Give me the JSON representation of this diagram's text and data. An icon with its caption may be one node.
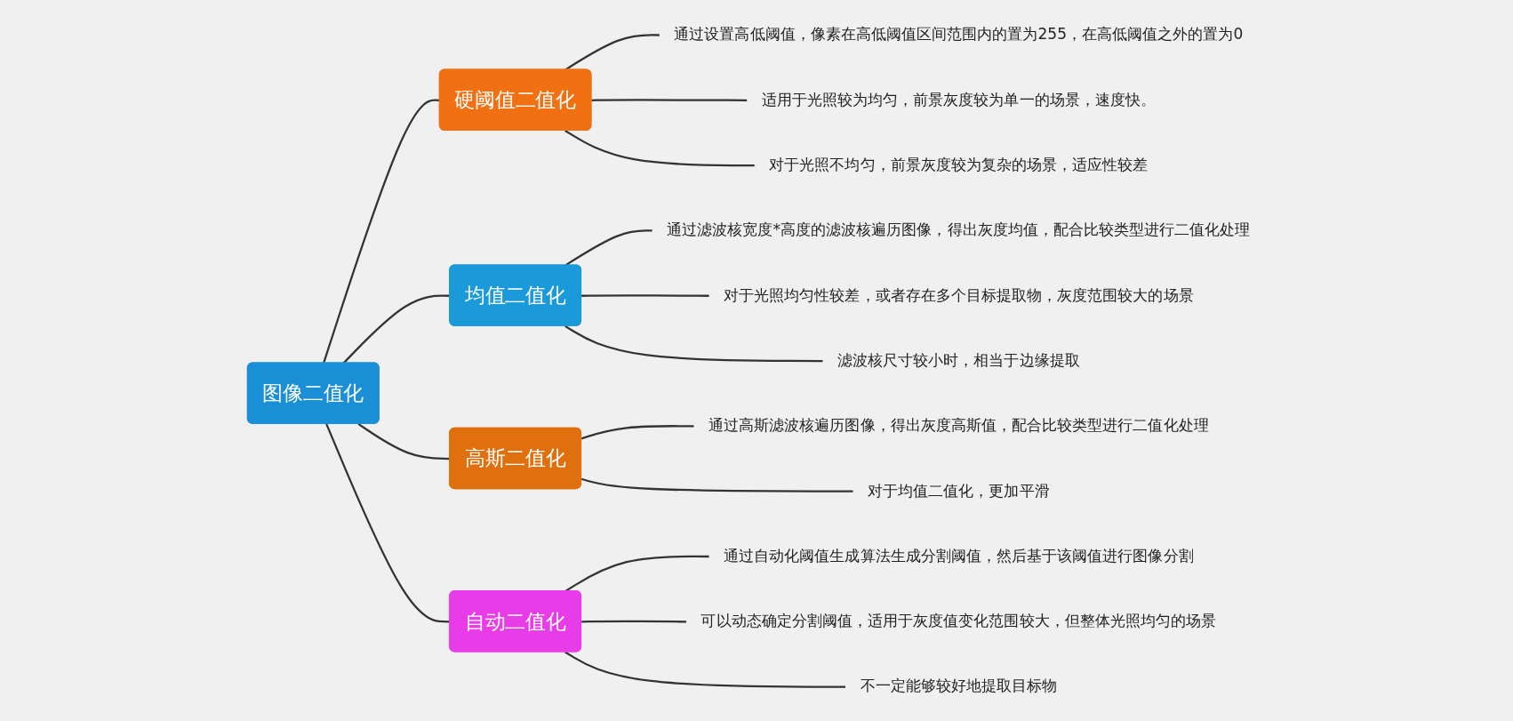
{
  "diagram": {
    "nodes": [
      {
        "text": [
          "图像二值化"
        ]
      },
      {
        "text": [
          "硬阈值二值化"
        ]
      },
      {
        "text": [
          "通过设置高低阈值，像素在高低阈值区间范围内的置为255，在高低阈值之外的置为0"
        ]
      },
      {
        "text": [
          "适用于光照较为均匀，前景灰度较为单一的场景，速度快。"
        ]
      },
      {
        "text": [
          "对于光照不均匀，前景灰度较为复杂的场景，适应性较差"
        ]
      },
      {
        "text": [
          "均值二值化"
        ]
      },
      {
        "text": [
          "通过滤波核宽度*高度的滤波核遍历图像，得出灰度均值，配合比较类型进行二值化处理"
        ]
      },
      {
        "text": [
          "对于光照均匀性较差，或者存在多个目标提取物，灰度范围较大的场景"
        ]
      },
      {
        "text": [
          "滤波核尺寸较小时，相当于边缘提取"
        ]
      },
      {
        "text": [
          "高斯二值化"
        ]
      },
      {
        "text": [
          "通过高斯滤波核遍历图像，得出灰度高斯值，配合比较类型进行二值化处理"
        ]
      },
      {
        "text": [
          "对于均值二值化，更加平滑"
        ]
      },
      {
        "text": [
          "自动二值化"
        ]
      },
      {
        "text": [
          "通过自动化阈值生成算法生成分割阈值，然后基于该阈值进行图像分割"
        ]
      },
      {
        "text": [
          "可以动态确定分割阈值，适用于灰度值变化范围较大，但整体光照均匀的场景"
        ]
      },
      {
        "text": [
          "不一定能够较好地提取目标物"
        ]
      }
    ],
    "edges": [
      {
        "from": 0,
        "to": 1,
        "arrow": "none"
      },
      {
        "from": 1,
        "to": 2,
        "arrow": "none"
      },
      {
        "from": 1,
        "to": 3,
        "arrow": "none"
      },
      {
        "from": 1,
        "to": 4,
        "arrow": "none"
      },
      {
        "from": 0,
        "to": 5,
        "arrow": "none"
      },
      {
        "from": 5,
        "to": 6,
        "arrow": "none"
      },
      {
        "from": 5,
        "to": 7,
        "arrow": "none"
      },
      {
        "from": 5,
        "to": 8,
        "arrow": "none"
      },
      {
        "from": 0,
        "to": 9,
        "arrow": "none"
      },
      {
        "from": 9,
        "to": 10,
        "arrow": "none"
      },
      {
        "from": 9,
        "to": 11,
        "arrow": "none"
      },
      {
        "from": 0,
        "to": 12,
        "arrow": "none"
      },
      {
        "from": 12,
        "to": 13,
        "arrow": "none"
      },
      {
        "from": 12,
        "to": 14,
        "arrow": "none"
      },
      {
        "from": 12,
        "to": 15,
        "arrow": "none"
      }
    ]
  }
}
